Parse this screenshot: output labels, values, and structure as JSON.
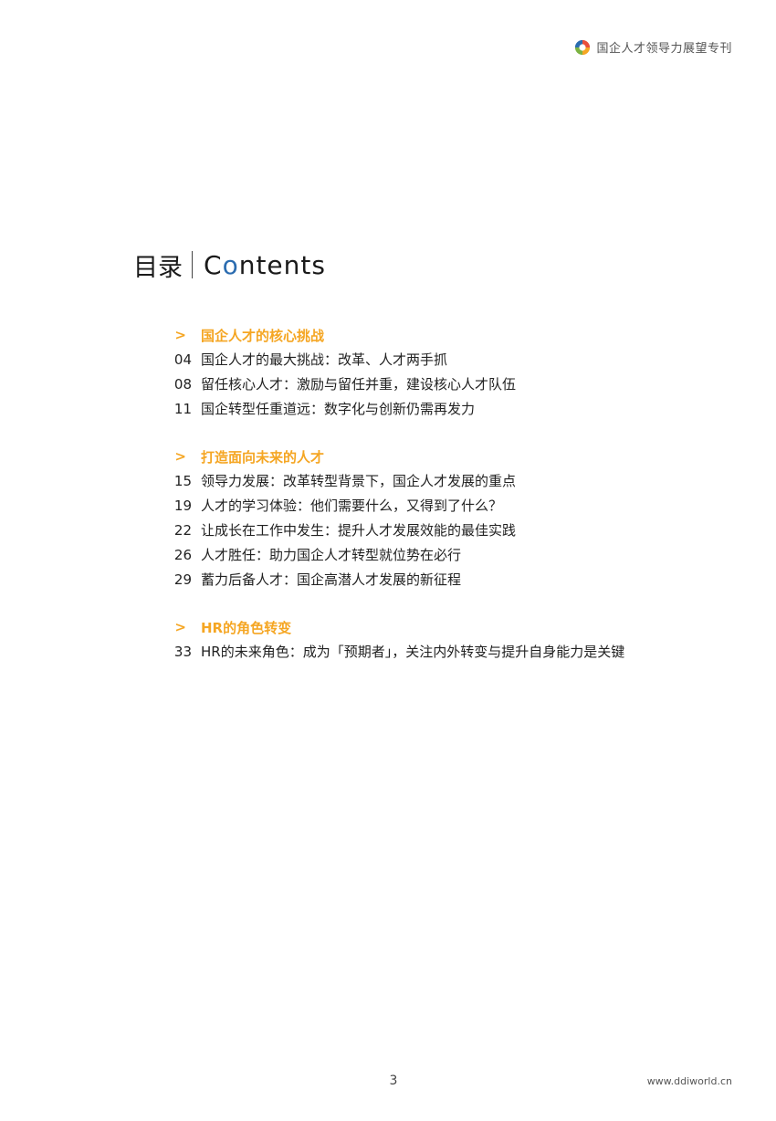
{
  "header": {
    "title": "国企人才领导力展望专刊",
    "logo_icon": "ddi-logo-icon",
    "logo_colors": [
      "#e94e3c",
      "#f5a623",
      "#7cb342",
      "#2b6cb0"
    ]
  },
  "heading": {
    "zh": "目录",
    "en_before": "C",
    "en_accent": "o",
    "en_after": "ntents",
    "accent_color": "#2b6cb0"
  },
  "toc": {
    "chevron": ">",
    "accent_color": "#f5a623",
    "sections": [
      {
        "title": "国企人才的核心挑战",
        "entries": [
          {
            "page": "04",
            "title": "国企人才的最大挑战：改革、人才两手抓"
          },
          {
            "page": "08",
            "title": "留任核心人才：激励与留任并重，建设核心人才队伍"
          },
          {
            "page": "11",
            "title": "国企转型任重道远：数字化与创新仍需再发力"
          }
        ]
      },
      {
        "title": "打造面向未来的人才",
        "entries": [
          {
            "page": "15",
            "title": "领导力发展：改革转型背景下，国企人才发展的重点"
          },
          {
            "page": "19",
            "title": "人才的学习体验：他们需要什么，又得到了什么？"
          },
          {
            "page": "22",
            "title": "让成长在工作中发生：提升人才发展效能的最佳实践"
          },
          {
            "page": "26",
            "title": "人才胜任：助力国企人才转型就位势在必行"
          },
          {
            "page": "29",
            "title": "蓄力后备人才：国企高潜人才发展的新征程"
          }
        ]
      },
      {
        "title": "HR的角色转变",
        "entries": [
          {
            "page": "33",
            "title": "HR的未来角色：成为「预期者」，关注内外转变与提升自身能力是关键"
          }
        ]
      }
    ]
  },
  "footer": {
    "page_number": "3",
    "url": "www.ddiworld.cn"
  }
}
